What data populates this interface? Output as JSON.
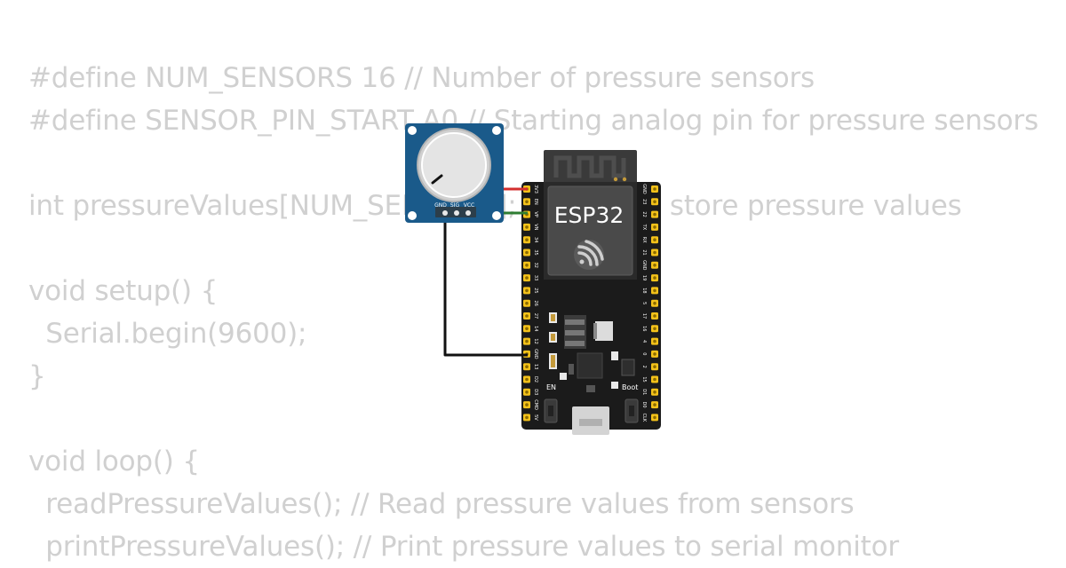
{
  "code_lines": [
    "#define NUM_SENSORS 16 // Number of pressure sensors",
    "#define SENSOR_PIN_START A0 // Starting analog pin for pressure sensors",
    "",
    "int pressureValues[NUM_SENSORS]; // Array to store pressure values",
    "",
    "void setup() {",
    "  Serial.begin(9600);",
    "}",
    "",
    "void loop() {",
    "  readPressureValues(); // Read pressure values from sensors",
    "  printPressureValues(); // Print pressure values to serial monitor"
  ],
  "potentiometer": {
    "pins": [
      "GND",
      "SIG",
      "VCC"
    ]
  },
  "esp32": {
    "chip_label": "ESP32",
    "en_label": "EN",
    "boot_label": "Boot",
    "left_pins": [
      "3V3",
      "EN",
      "VP",
      "VN",
      "34",
      "35",
      "32",
      "33",
      "25",
      "26",
      "27",
      "14",
      "12",
      "GND",
      "13",
      "D2",
      "D3",
      "CMD",
      "5V"
    ],
    "right_pins": [
      "GND",
      "23",
      "22",
      "TX",
      "RX",
      "21",
      "GND",
      "19",
      "18",
      "5",
      "17",
      "16",
      "4",
      "0",
      "2",
      "15",
      "D1",
      "D0",
      "CLK"
    ]
  },
  "wire_colors": {
    "vcc": "#d32f2f",
    "signal": "#2e7d32",
    "ground": "#111111"
  }
}
